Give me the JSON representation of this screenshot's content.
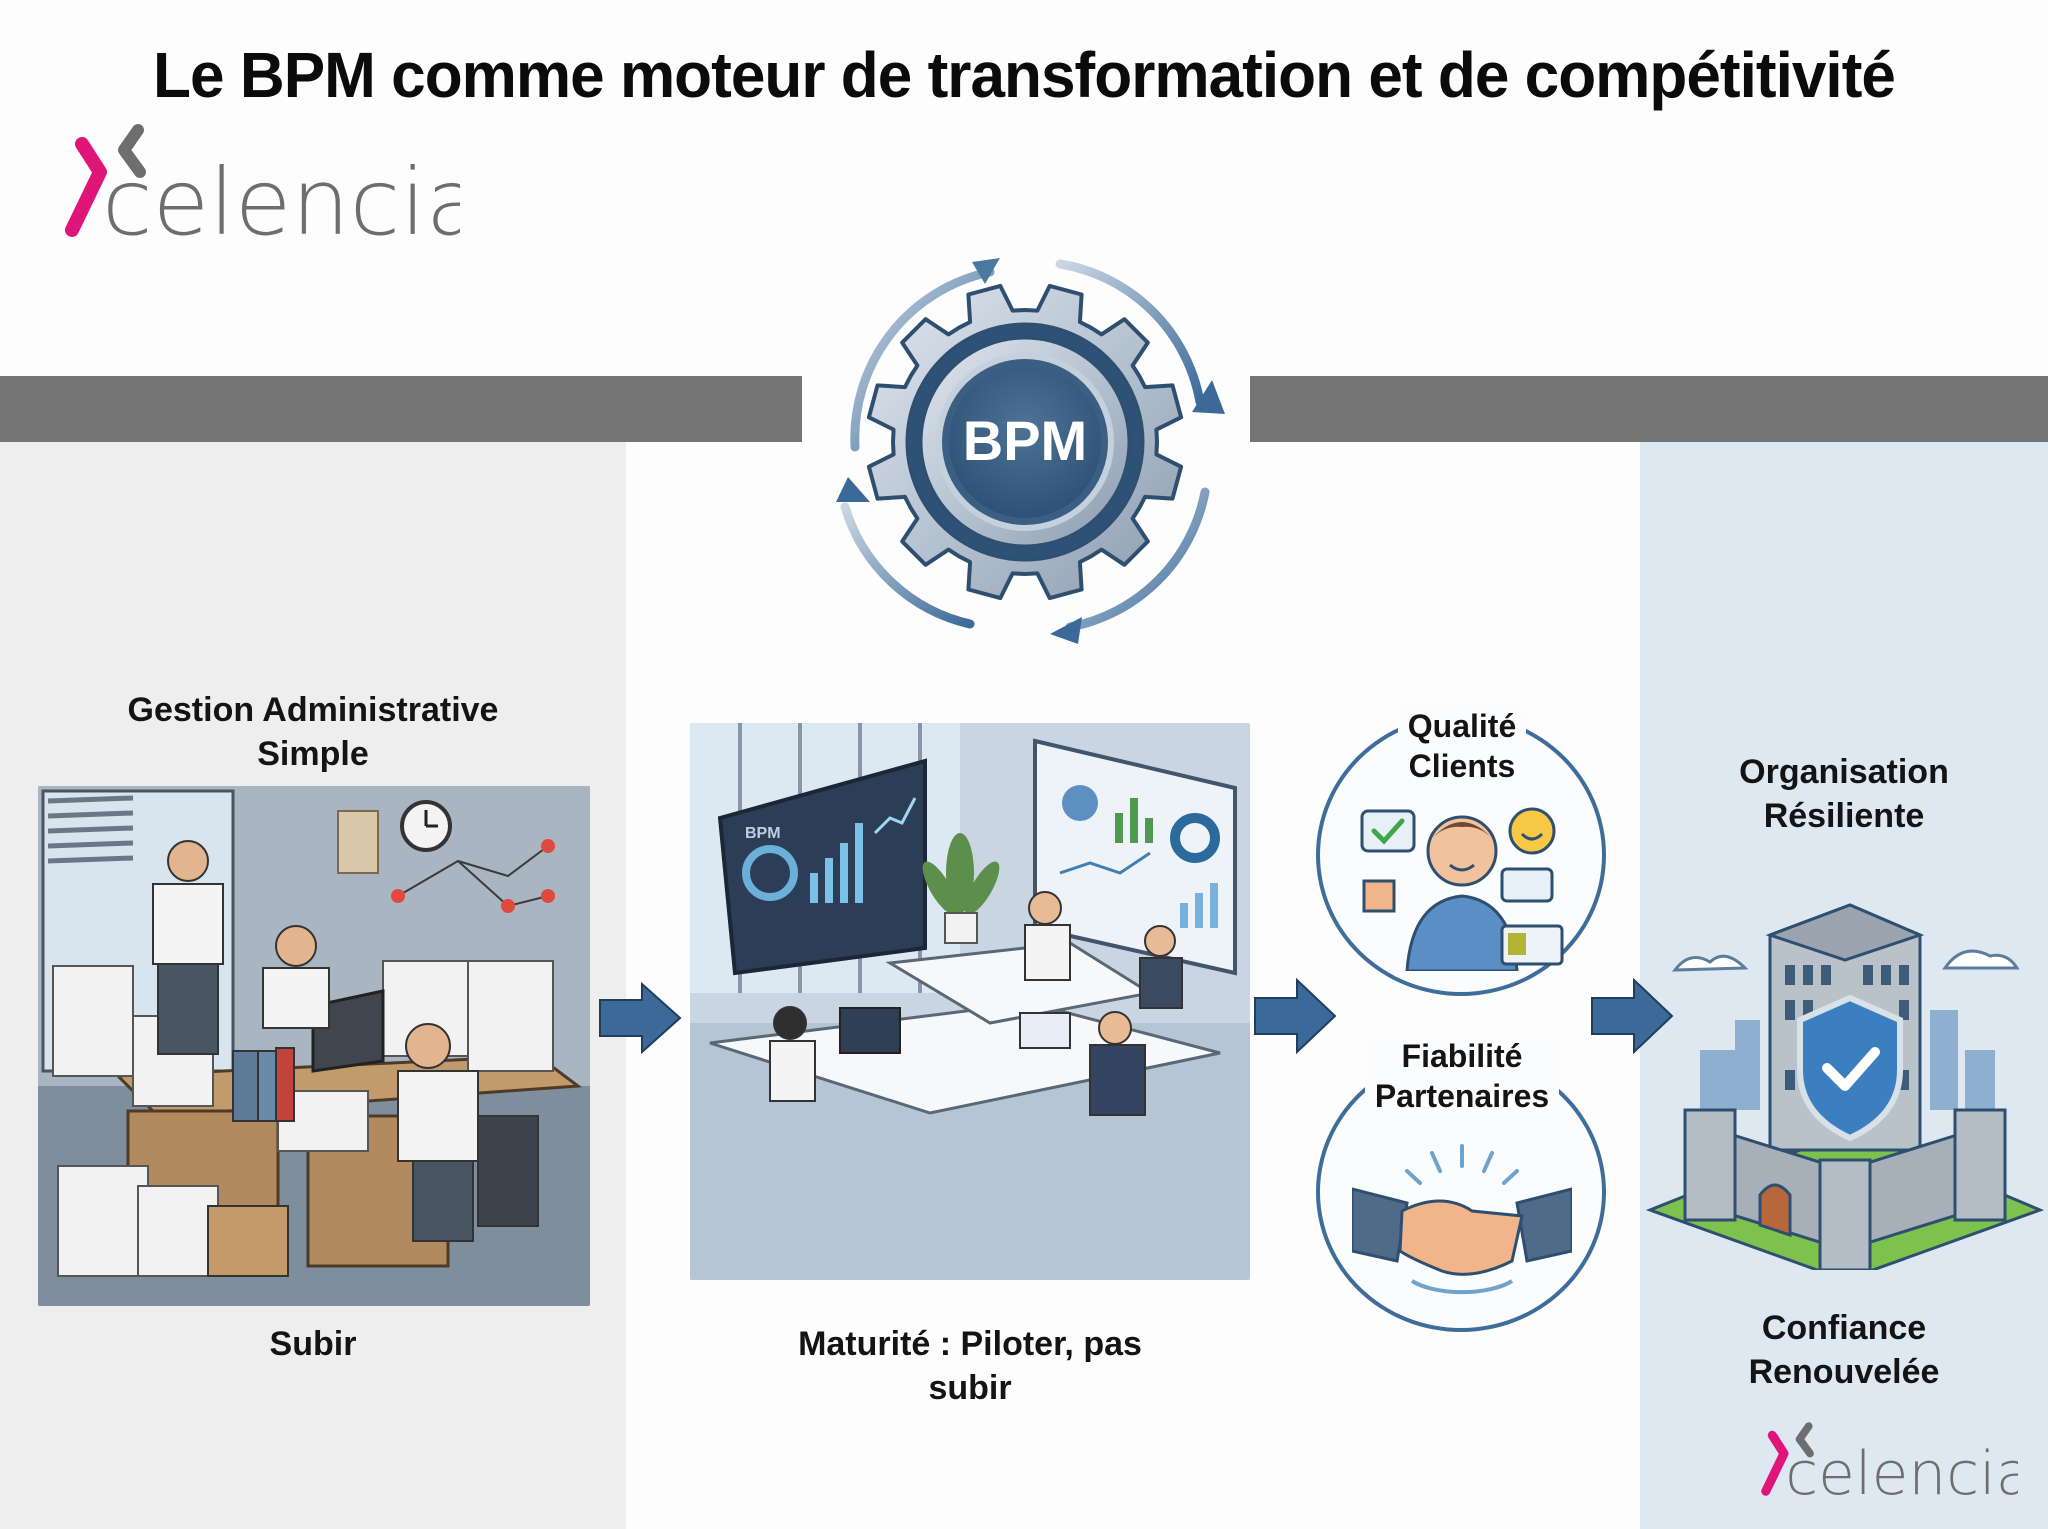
{
  "header": {
    "title": "Le BPM comme moteur de transformation et de compétitivité",
    "logo_text": "celencia"
  },
  "center_gear": {
    "label": "BPM",
    "icon": "gear-cycle-icon"
  },
  "stages": [
    {
      "heading_line1": "Gestion Administrative",
      "heading_line2": "Simple",
      "caption": "Subir",
      "illustration": "chaotic-office-illustration"
    },
    {
      "monitor_label": "BPM",
      "caption_line1": "Maturité : Piloter, pas",
      "caption_line2": "subir",
      "illustration": "organized-office-dashboard-illustration"
    }
  ],
  "benefits": [
    {
      "line1": "Qualité",
      "line2": "Clients",
      "icon": "happy-customer-icon"
    },
    {
      "line1": "Fiabilité",
      "line2": "Partenaires",
      "icon": "handshake-icon"
    }
  ],
  "outcome": {
    "heading_line1": "Organisation",
    "heading_line2": "Résiliente",
    "caption_line1": "Confiance",
    "caption_line2": "Renouvelée",
    "logo_text": "celencia",
    "illustration": "fortified-building-shield-icon"
  },
  "colors": {
    "brand_magenta": "#e0157a",
    "brand_gray": "#6e6e70",
    "band_gray": "#747474",
    "arrow_blue": "#3b6a99",
    "gear_navy": "#2e5275",
    "right_panel": "#dde8f1",
    "left_panel": "#eeeeee"
  }
}
